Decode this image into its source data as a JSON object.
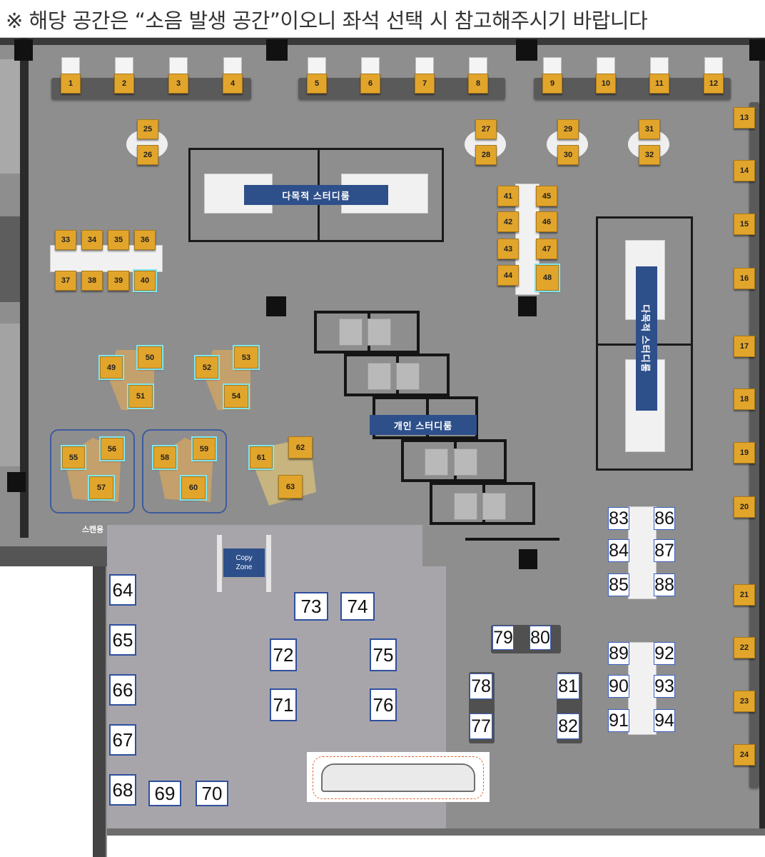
{
  "notice": "※ 해당 공간은 “소음 발생 공간”이오니 좌석 선택 시 참고해주시기 바랍니다",
  "colors": {
    "seat": "#e2a52b",
    "selected_outline": "#7fe5ee",
    "room_label": "#2d4f8a",
    "white_seat_border": "#2e4f9e",
    "floor": "#8e8e8e",
    "lower_area": "#a8a5aa"
  },
  "rooms": {
    "multi_top": "다목적 스터디룸",
    "multi_right": "다목적 스터디룸",
    "personal": "개인 스터디룸"
  },
  "scan_label": "스캔용",
  "copy_zone": {
    "line1": "Copy",
    "line2": "Zone"
  },
  "seats": {
    "s1": "1",
    "s2": "2",
    "s3": "3",
    "s4": "4",
    "s5": "5",
    "s6": "6",
    "s7": "7",
    "s8": "8",
    "s9": "9",
    "s10": "10",
    "s11": "11",
    "s12": "12",
    "s13": "13",
    "s14": "14",
    "s15": "15",
    "s16": "16",
    "s17": "17",
    "s18": "18",
    "s19": "19",
    "s20": "20",
    "s21": "21",
    "s22": "22",
    "s23": "23",
    "s24": "24",
    "s25": "25",
    "s26": "26",
    "s27": "27",
    "s28": "28",
    "s29": "29",
    "s30": "30",
    "s31": "31",
    "s32": "32",
    "s33": "33",
    "s34": "34",
    "s35": "35",
    "s36": "36",
    "s37": "37",
    "s38": "38",
    "s39": "39",
    "s40": "40",
    "s41": "41",
    "s42": "42",
    "s43": "43",
    "s44": "44",
    "s45": "45",
    "s46": "46",
    "s47": "47",
    "s48": "48",
    "s49": "49",
    "s50": "50",
    "s51": "51",
    "s52": "52",
    "s53": "53",
    "s54": "54",
    "s55": "55",
    "s56": "56",
    "s57": "57",
    "s58": "58",
    "s59": "59",
    "s60": "60",
    "s61": "61",
    "s62": "62",
    "s63": "63",
    "s64": "64",
    "s65": "65",
    "s66": "66",
    "s67": "67",
    "s68": "68",
    "s69": "69",
    "s70": "70",
    "s71": "71",
    "s72": "72",
    "s73": "73",
    "s74": "74",
    "s75": "75",
    "s76": "76",
    "s77": "77",
    "s78": "78",
    "s79": "79",
    "s80": "80",
    "s81": "81",
    "s82": "82",
    "s83": "83",
    "s84": "84",
    "s85": "85",
    "s86": "86",
    "s87": "87",
    "s88": "88",
    "s89": "89",
    "s90": "90",
    "s91": "91",
    "s92": "92",
    "s93": "93",
    "s94": "94"
  }
}
